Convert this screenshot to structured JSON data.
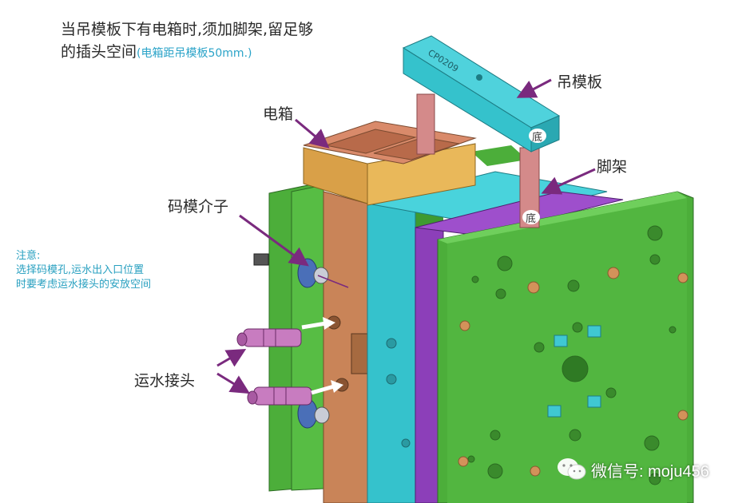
{
  "title": {
    "line1": "当吊模板下有电箱时,须加脚架,留足够",
    "line2": "的插头空间",
    "line2_paren": "(电箱距吊模板50mm.)"
  },
  "labels": {
    "hang_plate": "吊模板",
    "electric_box": "电箱",
    "leg_frame": "脚架",
    "clamp": "码模介子",
    "water_connector": "运水接头"
  },
  "note": {
    "line1": "注意:",
    "line2": "选择码模孔,运水出入口位置",
    "line3": "时要考虑运水接头的安放空间"
  },
  "bottom_marks": {
    "upper": "底",
    "lower": "底"
  },
  "plate_stamp": "CP0209",
  "watermark": "微信号: moju456",
  "colors": {
    "plate_green": "#4cae3a",
    "cyan": "#35c2cc",
    "purple": "#8c3fb9",
    "copper": "#c98458",
    "yellow_box": "#e9b85a",
    "label_arrow": "#7a2a7e",
    "note_text": "#28a0c0"
  }
}
